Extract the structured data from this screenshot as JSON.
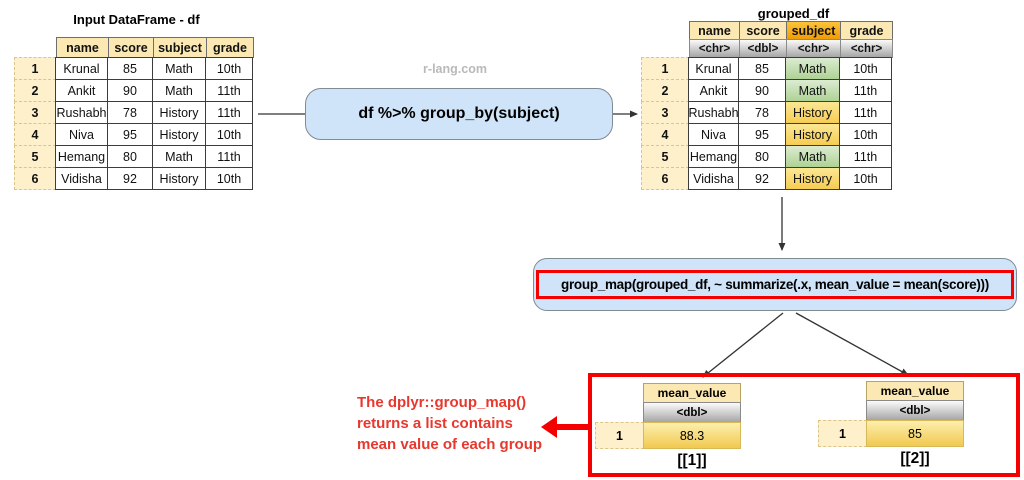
{
  "watermark": "r-lang.com",
  "input_table": {
    "title": "Input DataFrame - df",
    "columns": [
      "name",
      "score",
      "subject",
      "grade"
    ],
    "rows": [
      {
        "idx": "1",
        "name": "Krunal",
        "score": "85",
        "subject": "Math",
        "grade": "10th"
      },
      {
        "idx": "2",
        "name": "Ankit",
        "score": "90",
        "subject": "Math",
        "grade": "11th"
      },
      {
        "idx": "3",
        "name": "Rushabh",
        "score": "78",
        "subject": "History",
        "grade": "11th"
      },
      {
        "idx": "4",
        "name": "Niva",
        "score": "95",
        "subject": "History",
        "grade": "10th"
      },
      {
        "idx": "5",
        "name": "Hemang",
        "score": "80",
        "subject": "Math",
        "grade": "11th"
      },
      {
        "idx": "6",
        "name": "Vidisha",
        "score": "92",
        "subject": "History",
        "grade": "10th"
      }
    ]
  },
  "group_by_box": {
    "label": "df %>% group_by(subject)"
  },
  "grouped_table": {
    "title": "grouped_df",
    "columns": [
      "name",
      "score",
      "subject",
      "grade"
    ],
    "types": [
      "<chr>",
      "<dbl>",
      "<chr>",
      "<chr>"
    ],
    "rows": [
      {
        "idx": "1",
        "name": "Krunal",
        "score": "85",
        "subject": "Math",
        "grade": "10th"
      },
      {
        "idx": "2",
        "name": "Ankit",
        "score": "90",
        "subject": "Math",
        "grade": "11th"
      },
      {
        "idx": "3",
        "name": "Rushabh",
        "score": "78",
        "subject": "History",
        "grade": "11th"
      },
      {
        "idx": "4",
        "name": "Niva",
        "score": "95",
        "subject": "History",
        "grade": "10th"
      },
      {
        "idx": "5",
        "name": "Hemang",
        "score": "80",
        "subject": "Math",
        "grade": "11th"
      },
      {
        "idx": "6",
        "name": "Vidisha",
        "score": "92",
        "subject": "History",
        "grade": "10th"
      }
    ]
  },
  "group_map_box": {
    "label": "group_map(grouped_df, ~ summarize(.x, mean_value = mean(score)))"
  },
  "results": [
    {
      "column": "mean_value",
      "type": "<dbl>",
      "idx": "1",
      "value": "88.3",
      "label": "[[1]]"
    },
    {
      "column": "mean_value",
      "type": "<dbl>",
      "idx": "1",
      "value": "85",
      "label": "[[2]]"
    }
  ],
  "annotation": {
    "lines": [
      "The dplyr::group_map()",
      "returns a list contains",
      "mean value of each group"
    ]
  },
  "colors": {
    "header_yellow": "#fce8b2",
    "index_yellow": "#fdf0cb",
    "subject_orange": "#f6a721",
    "math_green": "#b7d7a0",
    "history_yellow": "#f8d662",
    "box_blue": "#cfe4f8",
    "highlight_red": "#f40000",
    "annotation_red": "#e8382e",
    "arrow_gray": "#333333",
    "watermark_gray": "#b9b9b9"
  }
}
